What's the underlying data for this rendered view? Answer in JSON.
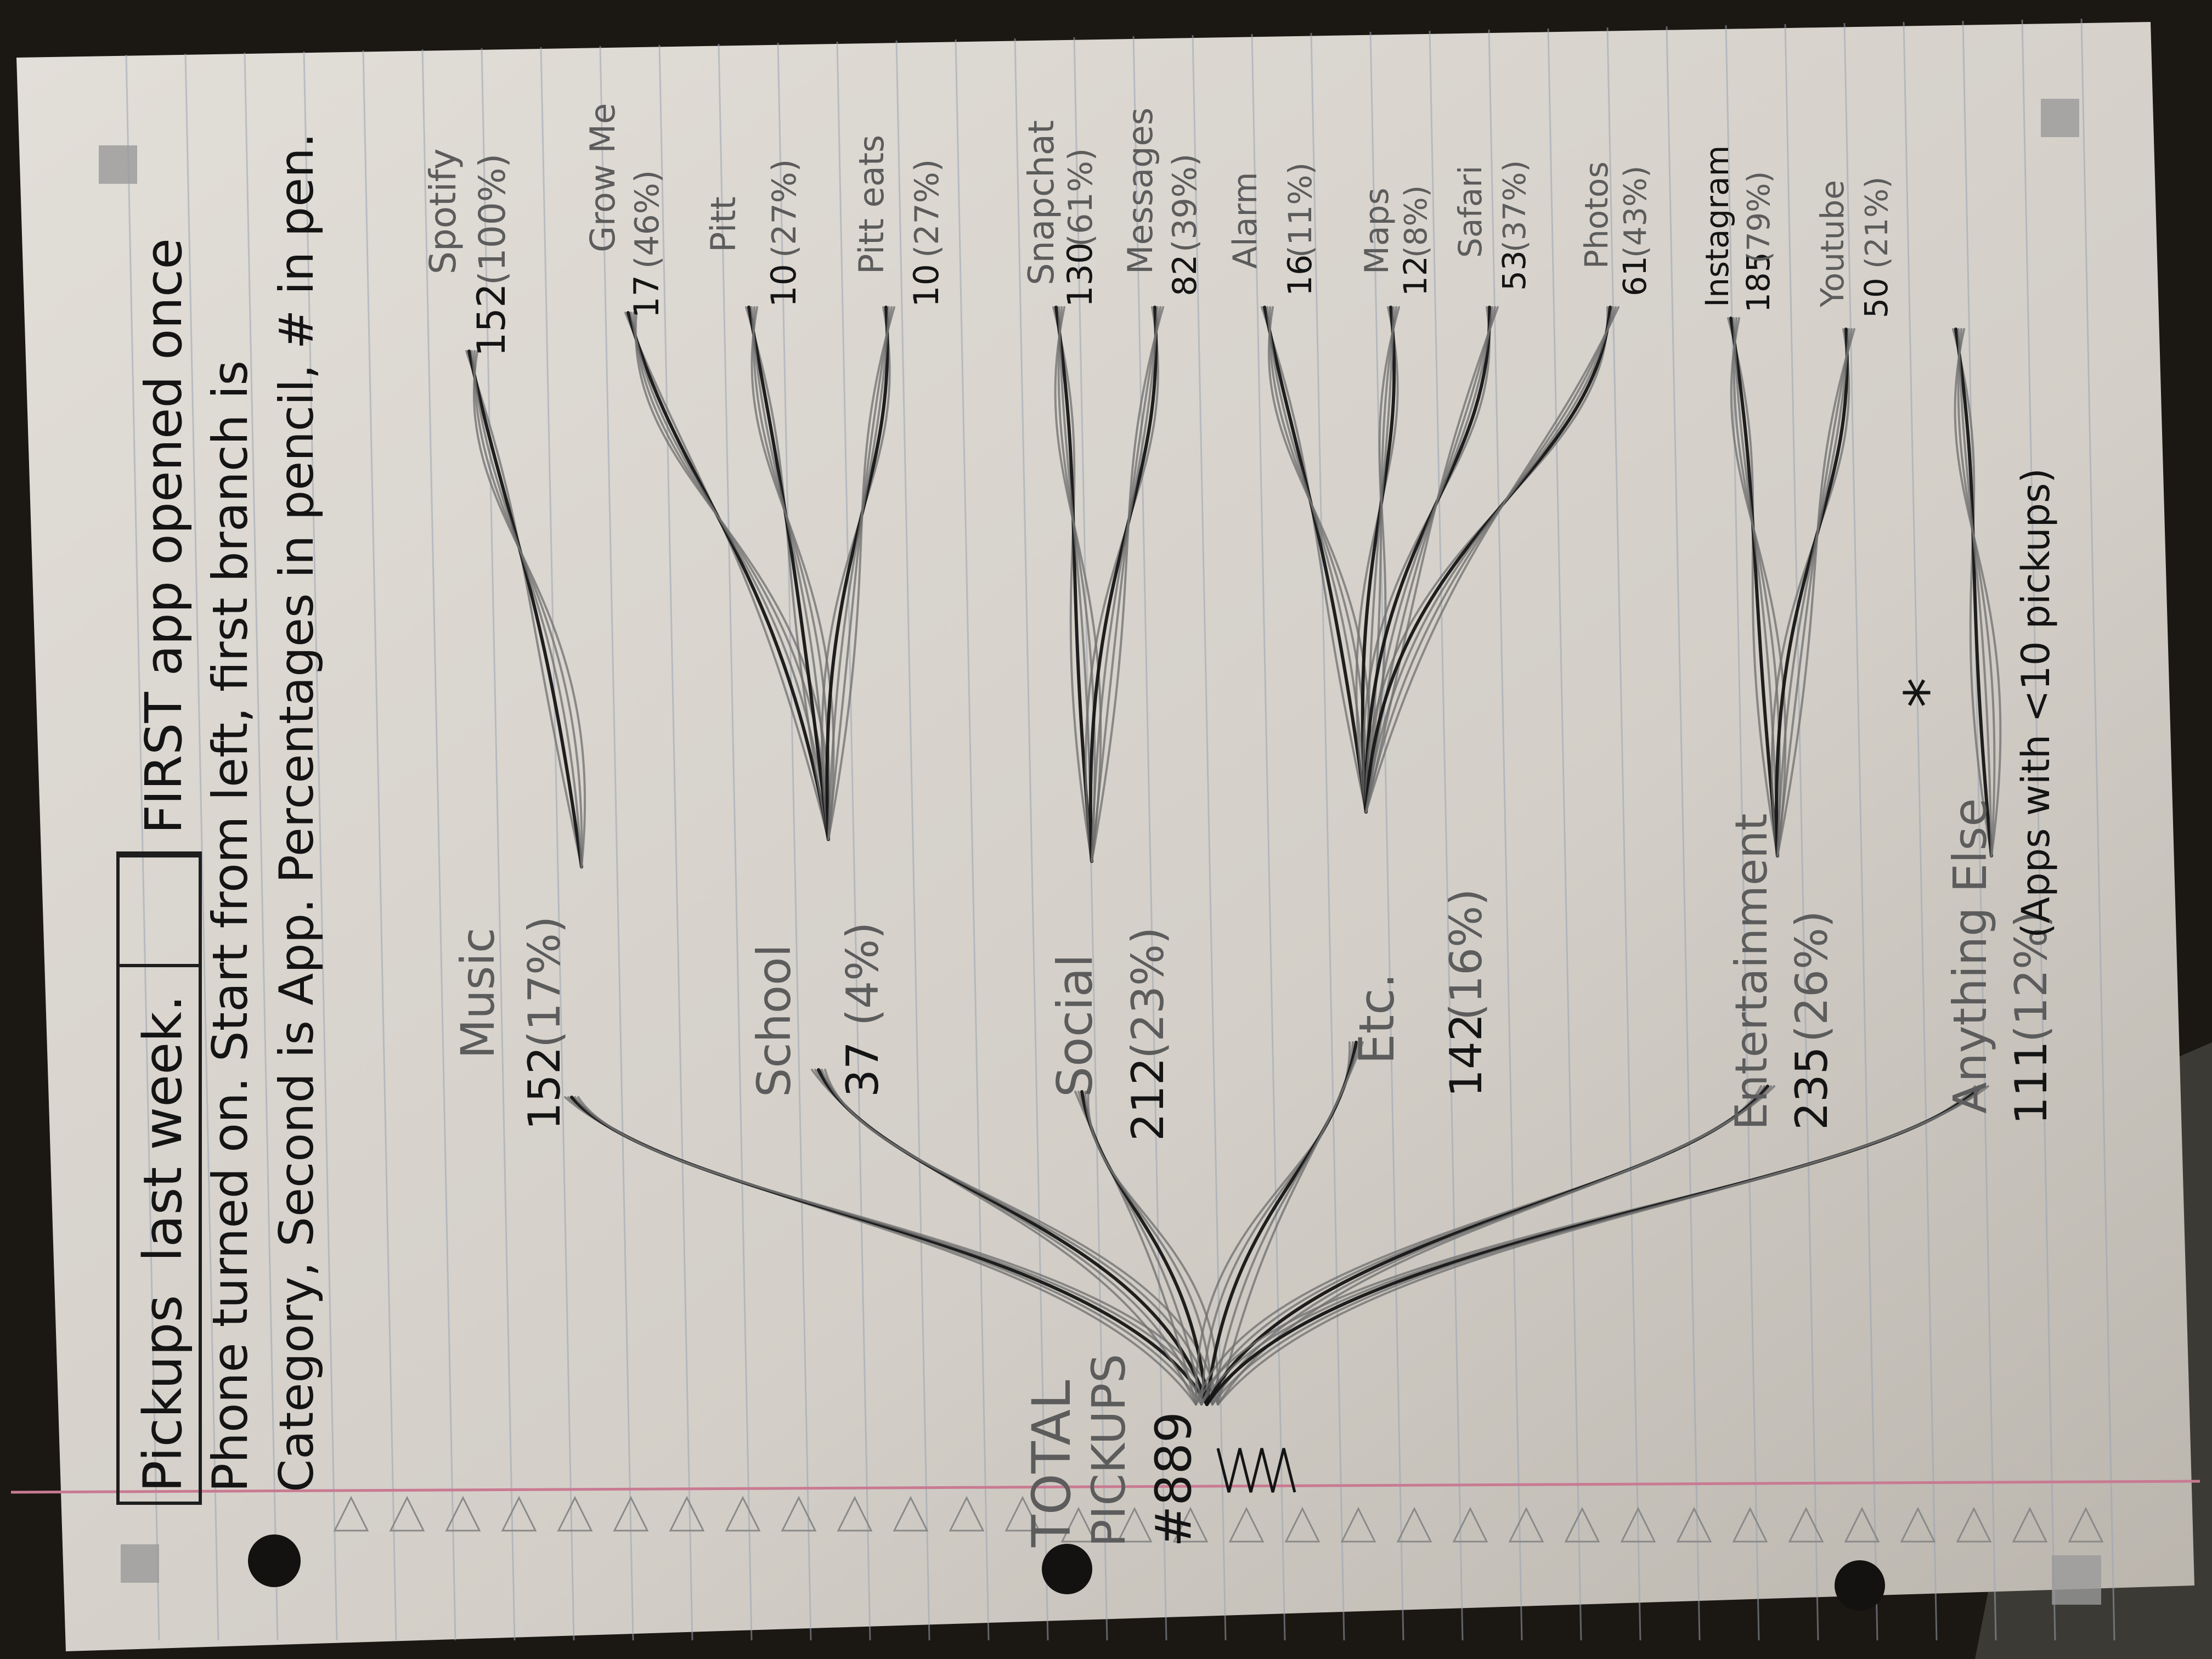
{
  "title": {
    "pickups": "Pickups",
    "last_week": "last week.",
    "line1_rest": "FIRST app opened once",
    "line2": "Phone turned on. Start from left, first branch is",
    "line3": "Category, Second is App. Percentages in pencil, # in pen."
  },
  "root": {
    "label_1": "TOTAL",
    "label_2": "PICKUPS",
    "count": "#889"
  },
  "categories": [
    {
      "name": "Music",
      "count": "152",
      "pct": "(17%)"
    },
    {
      "name": "School",
      "count": "37",
      "pct": "(4%)"
    },
    {
      "name": "Social",
      "count": "212",
      "pct": "(23%)"
    },
    {
      "name": "Etc.",
      "count": "142",
      "pct": "(16%)"
    },
    {
      "name": "Entertainment",
      "count": "235",
      "pct": "(26%)"
    },
    {
      "name": "Anything Else",
      "count": "111",
      "pct": "(12%)"
    }
  ],
  "apps": [
    {
      "name": "Spotify",
      "count": "152",
      "pct": "(100%)"
    },
    {
      "name": "Grow Me",
      "count": "17",
      "pct": "(46%)"
    },
    {
      "name": "Pitt",
      "count": "10",
      "pct": "(27%)"
    },
    {
      "name": "Pitt eats",
      "count": "10",
      "pct": "(27%)"
    },
    {
      "name": "Snapchat",
      "count": "130",
      "pct": "(61%)"
    },
    {
      "name": "Messages",
      "count": "82",
      "pct": "(39%)"
    },
    {
      "name": "Alarm",
      "count": "16",
      "pct": "(11%)"
    },
    {
      "name": "Maps",
      "count": "12",
      "pct": "(8%)"
    },
    {
      "name": "Safari",
      "count": "53",
      "pct": "(37%)"
    },
    {
      "name": "Photos",
      "count": "61",
      "pct": "(43%)"
    },
    {
      "name": "Instagram",
      "count": "185",
      "pct": "(79%)"
    },
    {
      "name": "Youtube",
      "count": "50",
      "pct": "(21%)"
    }
  ],
  "footnote": "(Apps with <10 pickups)",
  "asterisk": "*",
  "colors": {
    "paper": "#d6d2cc",
    "rule_line": "#9aa4b4",
    "margin_line": "#c97a92",
    "pencil": "#6e6e6e",
    "pen": "#141414"
  }
}
